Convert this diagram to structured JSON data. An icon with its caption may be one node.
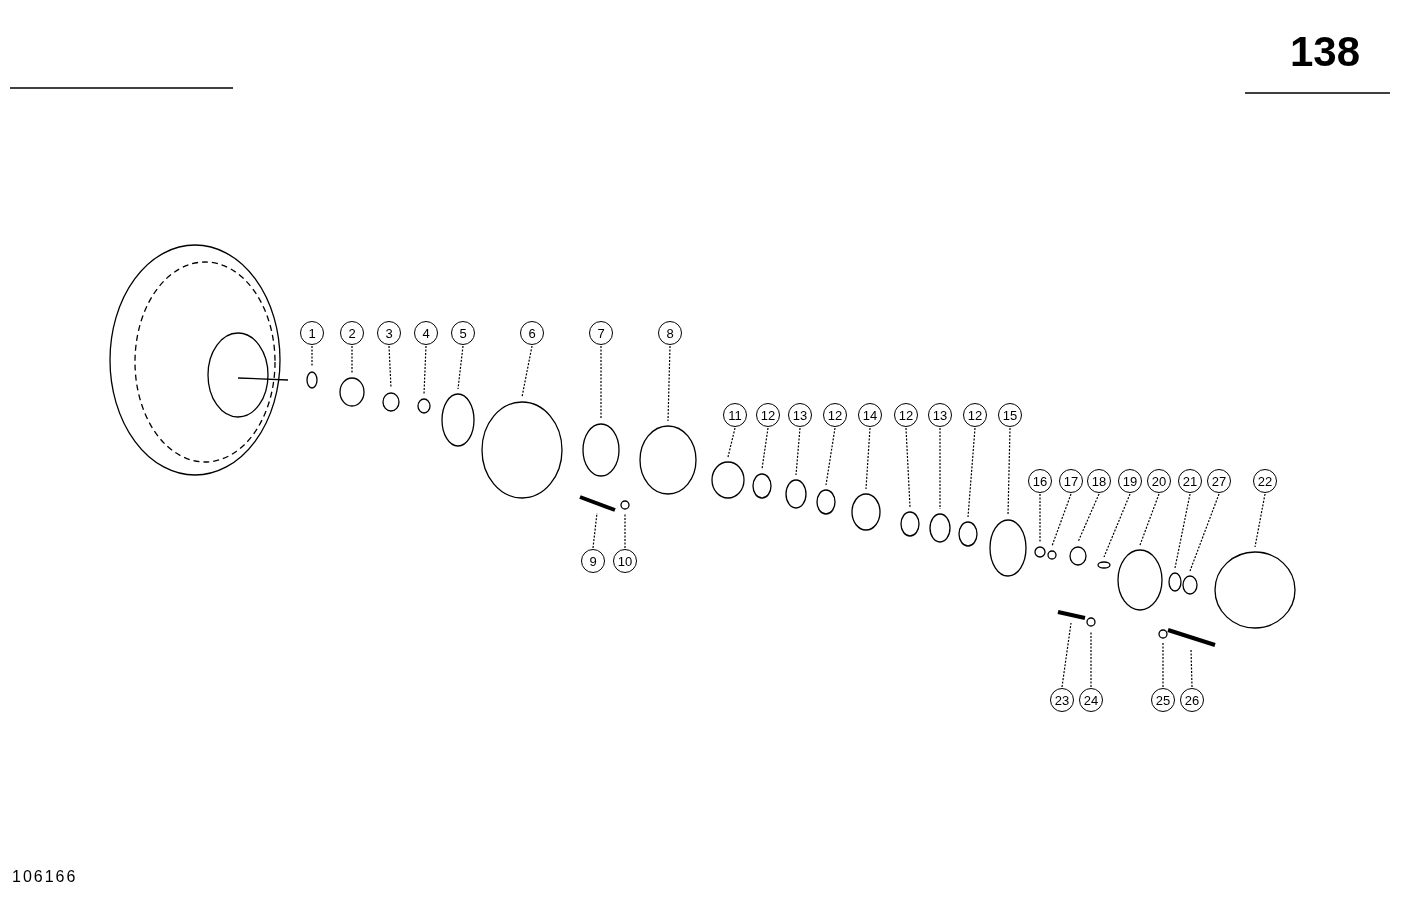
{
  "diagram": {
    "nodes": [
      {
        "text": [
          "1"
        ]
      },
      {
        "text": [
          "2"
        ]
      },
      {
        "text": [
          "3"
        ]
      },
      {
        "text": [
          "4"
        ]
      },
      {
        "text": [
          "5"
        ]
      },
      {
        "text": [
          "6"
        ]
      },
      {
        "text": [
          "7"
        ]
      },
      {
        "text": [
          "8"
        ]
      },
      {
        "text": [
          "11"
        ]
      },
      {
        "text": [
          "12"
        ]
      },
      {
        "text": [
          "13"
        ]
      },
      {
        "text": [
          "12"
        ]
      },
      {
        "text": [
          "14"
        ]
      },
      {
        "text": [
          "12"
        ]
      },
      {
        "text": [
          "13"
        ]
      },
      {
        "text": [
          "12"
        ]
      },
      {
        "text": [
          "15"
        ]
      },
      {
        "text": [
          "16"
        ]
      },
      {
        "text": [
          "17"
        ]
      },
      {
        "text": [
          "18"
        ]
      },
      {
        "text": [
          "19"
        ]
      },
      {
        "text": [
          "20"
        ]
      },
      {
        "text": [
          "21"
        ]
      },
      {
        "text": [
          "27"
        ]
      },
      {
        "text": [
          "22"
        ]
      },
      {
        "text": [
          "9"
        ]
      },
      {
        "text": [
          "10"
        ]
      },
      {
        "text": [
          "23"
        ]
      },
      {
        "text": [
          "24"
        ]
      },
      {
        "text": [
          "25"
        ]
      },
      {
        "text": [
          "26"
        ]
      }
    ],
    "edges": [
      {
        "from": 0,
        "to": null,
        "arrow": "none"
      },
      {
        "from": 1,
        "to": null,
        "arrow": "none"
      },
      {
        "from": 2,
        "to": null,
        "arrow": "none"
      },
      {
        "from": 3,
        "to": null,
        "arrow": "none"
      },
      {
        "from": 4,
        "to": null,
        "arrow": "none"
      },
      {
        "from": 5,
        "to": null,
        "arrow": "none"
      },
      {
        "from": 6,
        "to": null,
        "arrow": "none"
      },
      {
        "from": 7,
        "to": null,
        "arrow": "none"
      },
      {
        "from": 8,
        "to": null,
        "arrow": "none"
      },
      {
        "from": 9,
        "to": null,
        "arrow": "none"
      },
      {
        "from": 10,
        "to": null,
        "arrow": "none"
      },
      {
        "from": 11,
        "to": null,
        "arrow": "none"
      },
      {
        "from": 12,
        "to": null,
        "arrow": "none"
      },
      {
        "from": 13,
        "to": null,
        "arrow": "none"
      },
      {
        "from": 14,
        "to": null,
        "arrow": "none"
      },
      {
        "from": 15,
        "to": null,
        "arrow": "none"
      },
      {
        "from": 16,
        "to": null,
        "arrow": "none"
      },
      {
        "from": 17,
        "to": null,
        "arrow": "none"
      },
      {
        "from": 18,
        "to": null,
        "arrow": "none"
      },
      {
        "from": 19,
        "to": null,
        "arrow": "none"
      },
      {
        "from": 20,
        "to": null,
        "arrow": "none"
      },
      {
        "from": 21,
        "to": null,
        "arrow": "none"
      },
      {
        "from": 22,
        "to": null,
        "arrow": "none"
      },
      {
        "from": 23,
        "to": null,
        "arrow": "none"
      },
      {
        "from": 24,
        "to": null,
        "arrow": "none"
      },
      {
        "from": 25,
        "to": null,
        "arrow": "none"
      },
      {
        "from": 26,
        "to": null,
        "arrow": "none"
      },
      {
        "from": 27,
        "to": null,
        "arrow": "none"
      },
      {
        "from": 28,
        "to": null,
        "arrow": "none"
      },
      {
        "from": 29,
        "to": null,
        "arrow": "none"
      },
      {
        "from": 30,
        "to": null,
        "arrow": "none"
      }
    ],
    "labels": [
      "138",
      "106166"
    ]
  }
}
